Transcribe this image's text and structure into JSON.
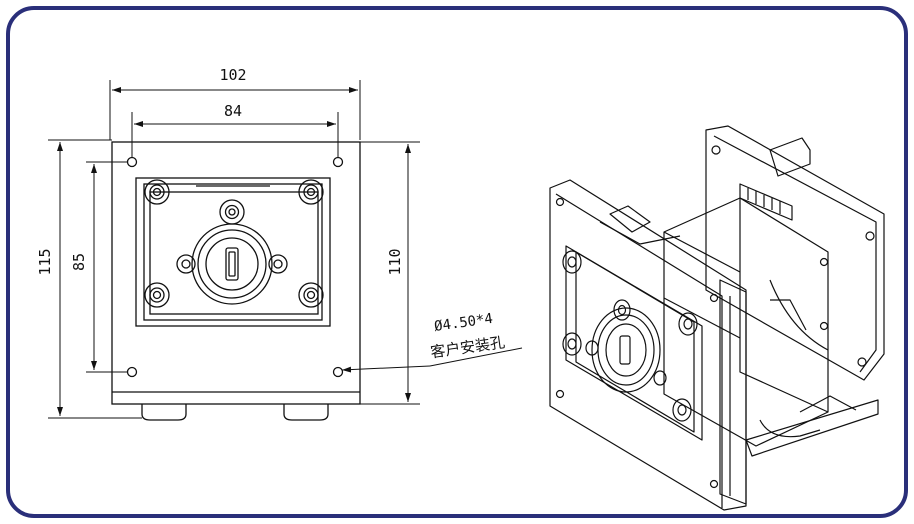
{
  "dimensions": {
    "overall_width": "102",
    "mount_spacing_width": "84",
    "overall_height": "115",
    "mount_spacing_height": "85",
    "body_height": "110"
  },
  "callout": {
    "hole_spec": "Ø4.50*4",
    "hole_label": "客户安装孔"
  },
  "colors": {
    "border": "#2a2f7a",
    "line": "#111111"
  }
}
